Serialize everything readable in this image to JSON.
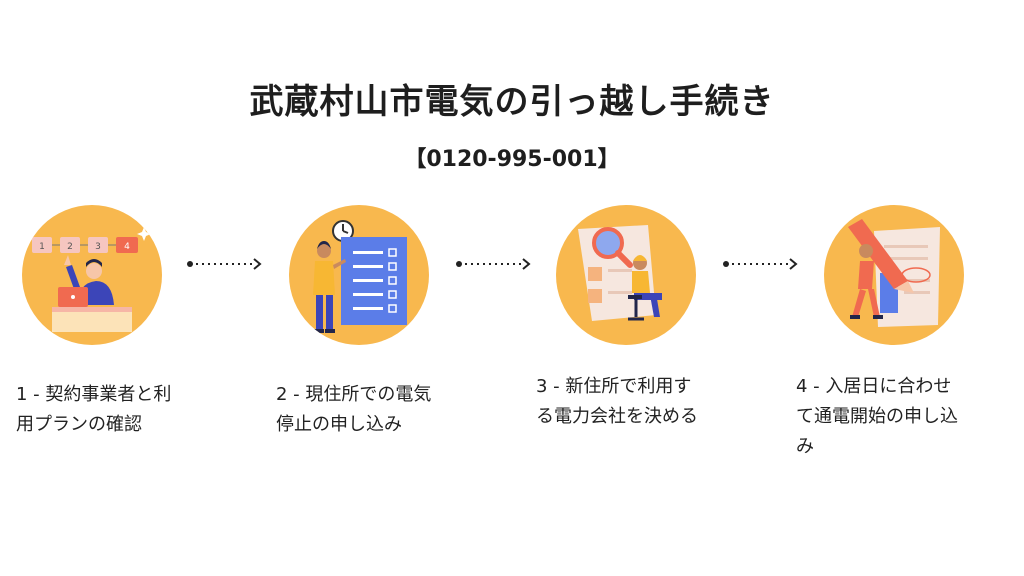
{
  "title": "武蔵村山市電気の引っ越し手続き",
  "phone": "【0120-995-001】",
  "steps": [
    {
      "line1": "1 - 契約事業者と利",
      "line2": "用プランの確認",
      "line3": ""
    },
    {
      "line1": "2 - 現住所での電気",
      "line2": "停止の申し込み",
      "line3": ""
    },
    {
      "line1": "3 - 新住所で利用す",
      "line2": "る電力会社を決める",
      "line3": ""
    },
    {
      "line1": "4 - 入居日に合わせ",
      "line2": "て通電開始の申し込",
      "line3": "み"
    }
  ],
  "illustration1": {
    "flow": [
      "1",
      "2",
      "3",
      "4"
    ]
  },
  "colors": {
    "circle": "#f8b84e",
    "accent": "#5b7de8",
    "coral": "#f06a50",
    "dark": "#1e1e1e"
  }
}
